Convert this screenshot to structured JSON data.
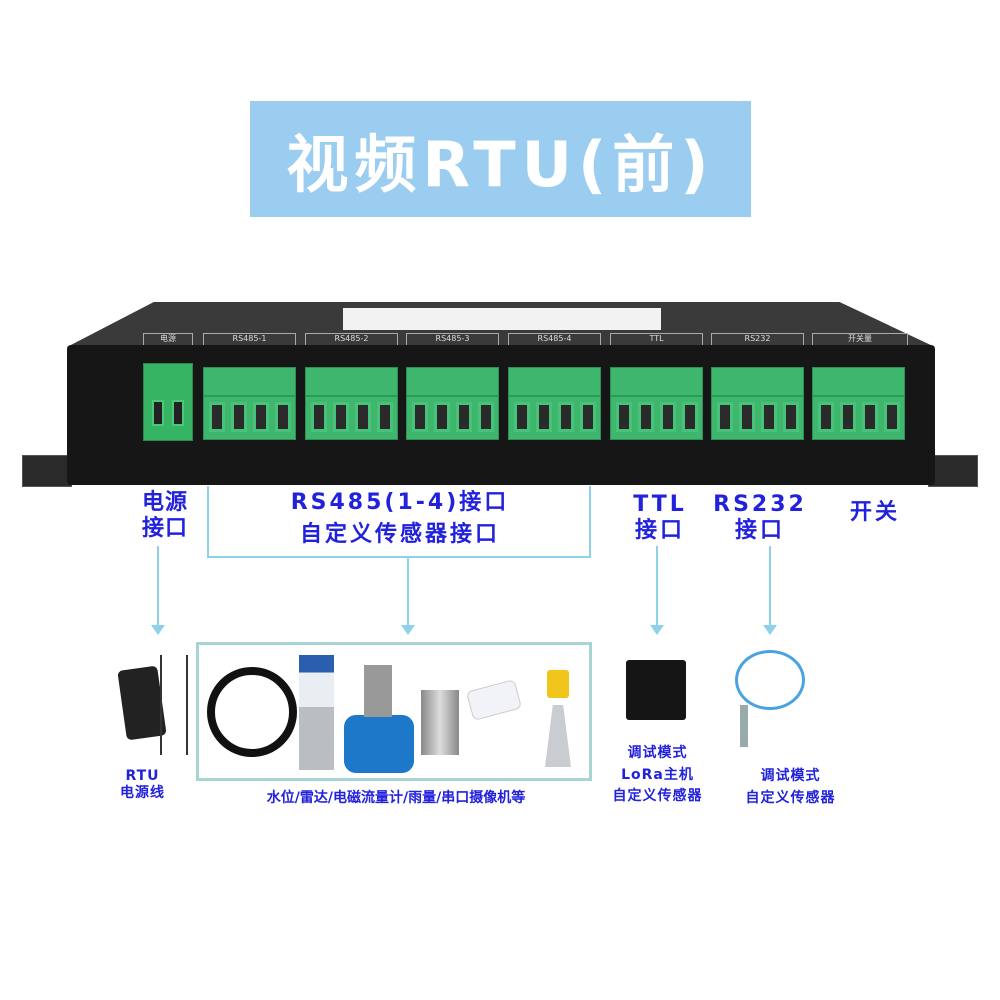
{
  "title": "视频RTU(前)",
  "device": {
    "terminal_blocks": [
      "电源",
      "RS485-1",
      "RS485-2",
      "RS485-3",
      "RS485-4",
      "TTL",
      "RS232",
      "开关量"
    ]
  },
  "labels": {
    "power": [
      "电源",
      "接口"
    ],
    "rs485": "RS485(1-4)接口",
    "rs485_sub": "自定义传感器接口",
    "ttl": [
      "TTL",
      "接口"
    ],
    "rs232": [
      "RS232",
      "接口"
    ],
    "switch": "开关"
  },
  "bottom": {
    "power_cable": [
      "RTU",
      "电源线"
    ],
    "sensors": "水位/雷达/电磁流量计/雨量/串口摄像机等",
    "lora": [
      "调试模式",
      "LoRa主机",
      "自定义传感器"
    ],
    "custom": [
      "调试模式",
      "自定义传感器"
    ]
  },
  "colors": {
    "banner": "#9bcdf1",
    "label": "#2222dd",
    "connector": "#8fd0ea",
    "terminal": "#3fb66e"
  }
}
